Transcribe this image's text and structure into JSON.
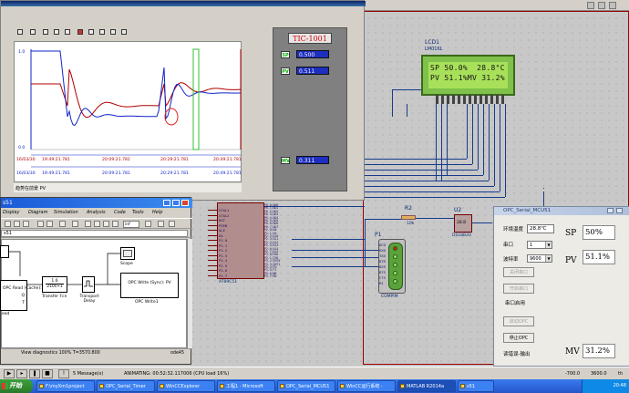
{
  "trend_window": {
    "y_axis_labels": [
      "1.0",
      "0.0"
    ],
    "x_axis_start_date": "16/03/30",
    "x_axis_times": [
      "19:49:21.781",
      "20:09:21.781",
      "20:29:21.781",
      "20:49:21.781"
    ],
    "legend": "趋势在前景 PV",
    "colors": {
      "pv": "#1024c8",
      "sp": "#b00000",
      "cursor": "#30c030",
      "red_circle": "#e02020"
    }
  },
  "faceplate": {
    "tag": "TIC-1001",
    "rows": [
      {
        "label": "SP",
        "value": "0.500"
      },
      {
        "label": "PV",
        "value": "0.511"
      },
      {
        "label": "MV",
        "value": "0.311"
      }
    ]
  },
  "lcd": {
    "ref": "LCD1",
    "part": "LM016L",
    "line1": "SP 50.0%  28.8°C",
    "line2": "PV 51.1%MV 31.2%"
  },
  "schematic": {
    "r2_label": "R2",
    "r2_value": "10k",
    "u2_label": "U2",
    "u2_part": "DS18B20",
    "u2_temp": "28.8",
    "p1_label": "P1",
    "p1_part": "COMPIM",
    "p1_pins": [
      "DCD",
      "RXD",
      "TXD",
      "DTR",
      "DSR",
      "RTS",
      "CTS",
      "RI"
    ],
    "mcu_part": "AT89C51",
    "mcu_left_pins": [
      "XTAL1",
      "XTAL2",
      "RST",
      "PSEN",
      "ALE",
      "EA",
      "P1.0",
      "P1.1",
      "P1.2",
      "P1.3",
      "P1.4",
      "P1.5",
      "P1.6",
      "P1.7"
    ],
    "mcu_right_pins": [
      "P0.0/AD0",
      "P0.1/AD1",
      "P0.2/AD2",
      "P0.3/AD3",
      "P0.4/AD4",
      "P0.5/AD5",
      "P0.6/AD6",
      "P0.7/AD7",
      "P2.0/A8",
      "P2.1/A9",
      "P2.2/A10",
      "P2.3/A11",
      "P2.4/A12",
      "P2.5/A13",
      "P2.6/A14",
      "P2.7/A15",
      "P3.0/RXD",
      "P3.1/TXD",
      "P3.2/INT0",
      "P3.3/INT1",
      "P3.4/T0",
      "P3.5/T1",
      "P3.6/WR",
      "P3.7/RD"
    ]
  },
  "simulink": {
    "title": "s51",
    "menu": [
      "Display",
      "Diagram",
      "Simulation",
      "Analysis",
      "Code",
      "Tools",
      "Help"
    ],
    "stop_time": "inf",
    "address": "s51",
    "blocks": {
      "opc_read_label": "OPC Read (Cache):",
      "opc_read_pins": [
        "Q",
        "T"
      ],
      "transfer_num": "1.6",
      "transfer_den": "210s+1",
      "transfer_caption": "Transfer Fcn",
      "delay_caption": "Transport Delay",
      "scope_caption": "Scope",
      "opc_write_text": "OPC Write (Sync): PV",
      "opc_write_caption": "OPC Write1",
      "left_caption": "ead"
    },
    "status_left": "View diagnostics 100%  T=3570.800",
    "status_right": "ode45"
  },
  "opc_window": {
    "title": "OPC_Serial_MCU51",
    "env_temp_label": "环境温度",
    "env_temp_value": "28.8℃",
    "port_label": "串口",
    "port_value": "1",
    "baud_label": "波特率",
    "baud_value": "9600",
    "sp_label": "SP",
    "sp_value": "50%",
    "pv_label": "PV",
    "pv_value": "51.1%",
    "mv_label": "MV",
    "mv_value": "31.2%",
    "btn_close_port": "关闭串口",
    "btn_open_port": "开启串口",
    "port_status": "串口启用",
    "btn_start_opc": "启动OPC",
    "btn_stop_opc": "停止OPC",
    "read_label": "读错误-输出"
  },
  "proteus_bar": {
    "messages": "5 Message(s)",
    "status": "ANIMATING: 00:52:32.117006 (CPU load 16%)",
    "coord_x": "-700.0",
    "coord_y": "3600.0",
    "unit": "th"
  },
  "taskbar": {
    "start": "开始",
    "tasks": [
      "F:\\myXm1project",
      "OPC_Serial_Timer",
      "WinCCExplorer",
      "工程1 - Microsoft",
      "OPC_Serial_MCU51",
      "WinCC运行系统 -",
      "MATLAB R2014a",
      "s51"
    ],
    "clock": "20:48"
  }
}
